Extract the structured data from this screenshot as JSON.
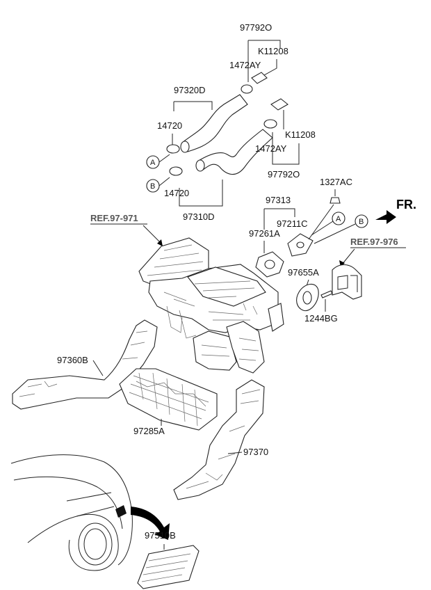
{
  "labels": {
    "p97792o_top": "97792O",
    "pk11208_top": "K11208",
    "p1472ay_top": "1472AY",
    "p97320d": "97320D",
    "p14720_a": "14720",
    "p14720_b": "14720",
    "p97310d": "97310D",
    "pk11208_mid": "K11208",
    "p1472ay_mid": "1472AY",
    "p97792o_mid": "97792O",
    "p1327ac": "1327AC",
    "p97313": "97313",
    "p97211c": "97211C",
    "p97261a": "97261A",
    "p97655a": "97655A",
    "p1244bg": "1244BG",
    "p97360b": "97360B",
    "p97285a": "97285A",
    "p97370": "97370",
    "p97510b": "97510B"
  },
  "refs": {
    "ref_left": "REF.97-971",
    "ref_right": "REF.97-976"
  },
  "markers": {
    "a": "A",
    "b": "B"
  },
  "direction": {
    "front": "FR."
  }
}
